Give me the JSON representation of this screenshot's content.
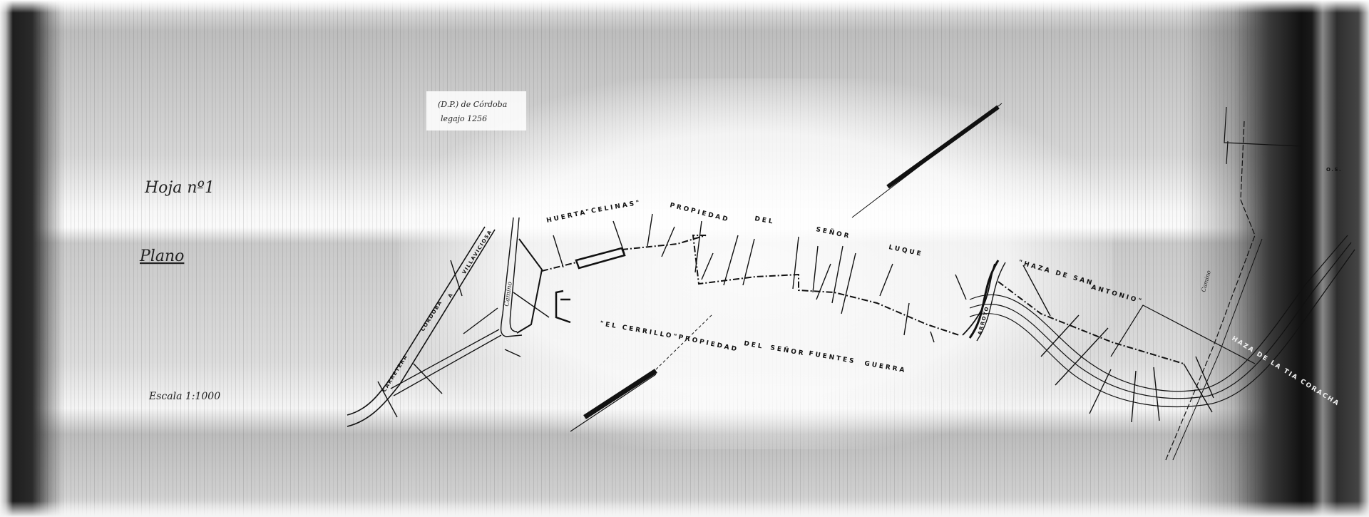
{
  "sheet": {
    "title": "Hoja nº1",
    "subtitle": "Plano",
    "scale": "Escala 1:1000",
    "archive_note_line1": "(D.P.) de Córdoba",
    "archive_note_line2": "legajo 1256"
  },
  "labels": {
    "huerta": "HUERTA",
    "celinas": "\"CELINAS\"",
    "propiedad_1": "PROPIEDAD",
    "del_1": "DEL",
    "senor_1": "SEÑOR",
    "luque": "LUQUE",
    "el_cerrillo": "\"EL CERRILLO\"",
    "propiedad_2": "PROPIEDAD",
    "del_2": "DEL",
    "senor_2": "SEÑOR",
    "fuentes": "FUENTES",
    "guerra": "GUERRA",
    "haza_san_antonio_1": "\"HAZA DE SAN",
    "haza_san_antonio_2": "ANTONIO\"",
    "haza_tia": "HAZA DE LA TIA CORACHA",
    "carretera": "CARRETERA",
    "cordoba": "CORDOBA",
    "a": "A",
    "villaviciosa": "VILLAVICIOSA",
    "camino": "Camino",
    "arroyo": "ARROYO",
    "camino_right": "Camino",
    "os": "O.S."
  }
}
